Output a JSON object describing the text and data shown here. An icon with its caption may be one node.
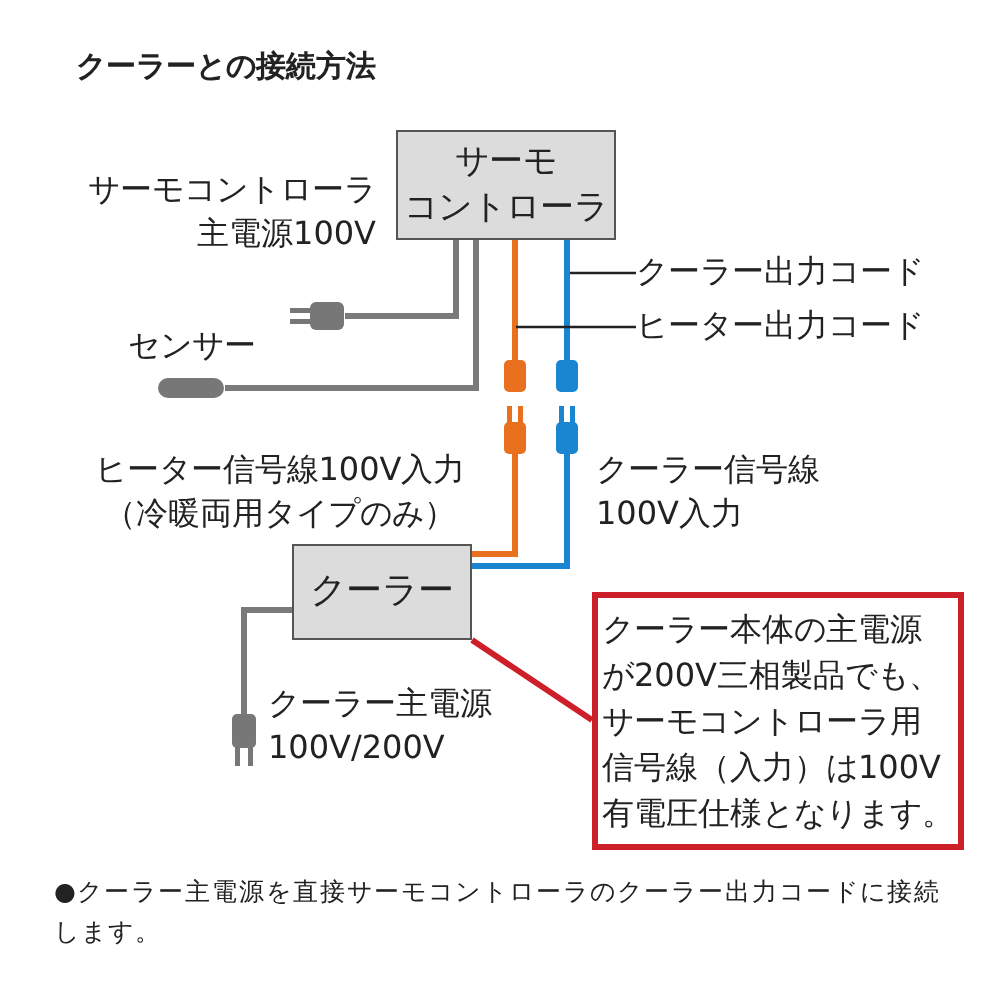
{
  "diagram": {
    "title": "クーラーとの接続方法",
    "nodes": [
      {
        "text": [
          "サーモコントローラ"
        ]
      },
      {
        "text": [],
        "shape": "plug"
      },
      {
        "text": [],
        "shape": "bar",
        "beside": [
          "センサー"
        ]
      },
      {
        "text": [],
        "shape": "plug"
      },
      {
        "text": [],
        "shape": "plug"
      },
      {
        "text": [],
        "shape": "plug"
      },
      {
        "text": [],
        "shape": "plug",
        "beside": [
          "クーラー信号線100V入力"
        ]
      },
      {
        "text": [
          "クーラー"
        ]
      },
      {
        "text": [],
        "shape": "plug",
        "beside": [
          "クーラー主電源100V/200V"
        ]
      },
      {
        "text": [
          "クーラー本体の主電源が200V三相製品でも、サーモコントローラ用信号線（入力）は100V有電圧仕様となります。"
        ]
      },
      {
        "text": [
          "クーラー出力コード"
        ]
      },
      {
        "text": [
          "ヒーター出力コード"
        ]
      }
    ],
    "edges": [
      {
        "from": 0,
        "to": 1,
        "arrow": "none"
      },
      {
        "from": 0,
        "to": 2,
        "arrow": "none"
      },
      {
        "from": 0,
        "to": 3,
        "arrow": "none",
        "color": "#e8701e"
      },
      {
        "from": 0,
        "to": 4,
        "arrow": "none",
        "color": "#1a85d0"
      },
      {
        "from": 5,
        "to": 7,
        "arrow": "none",
        "color": "#e8701e"
      },
      {
        "from": 6,
        "to": 7,
        "arrow": "none",
        "color": "#1a85d0"
      },
      {
        "from": 8,
        "to": 7,
        "arrow": "none"
      },
      {
        "from": 9,
        "to": 7,
        "arrow": "none",
        "color": "#cc1f2a"
      },
      {
        "from": 10,
        "to": null,
        "arrow": "none",
        "color": "#222222"
      },
      {
        "from": 11,
        "to": null,
        "arrow": "none",
        "color": "#222222"
      }
    ],
    "labels": [
      "サーモコントローラ主電源100V",
      "ヒーター信号線100V入力（冷暖両用タイプのみ）",
      "●クーラー主電源を直接サーモコントローラのクーラー出力コードに接続します。"
    ]
  }
}
